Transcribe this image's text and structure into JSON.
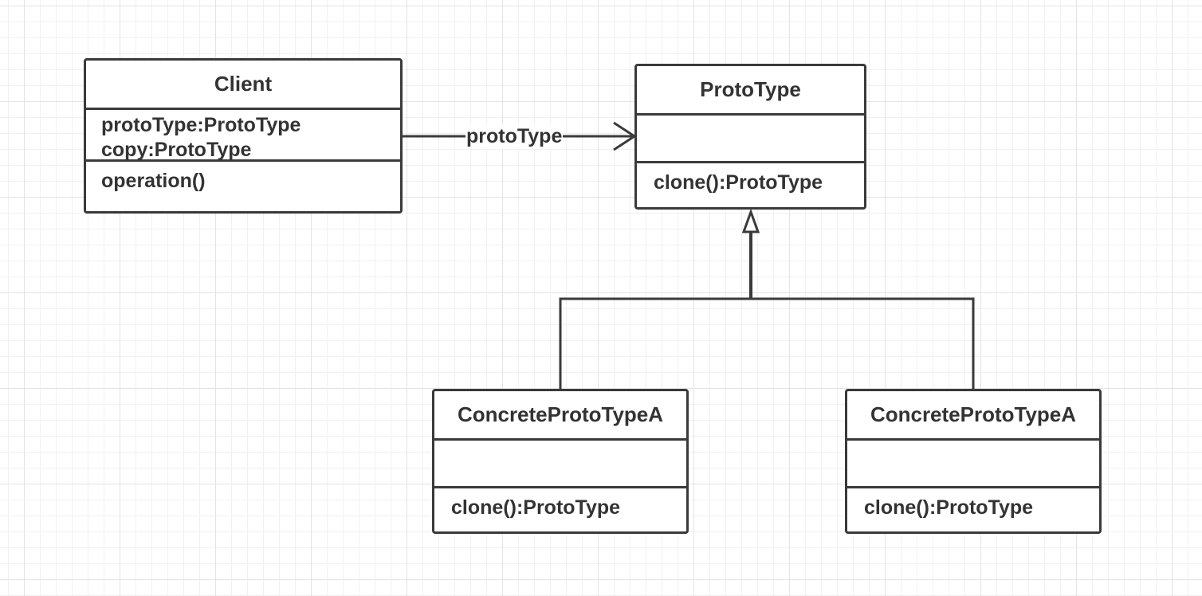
{
  "diagram": {
    "association_label": "protoType",
    "classes": {
      "client": {
        "name": "Client",
        "attributes": [
          "protoType:ProtoType",
          "copy:ProtoType"
        ],
        "operations": [
          "operation()"
        ]
      },
      "prototype": {
        "name": "ProtoType",
        "attributes": [],
        "operations": [
          "clone():ProtoType"
        ]
      },
      "concrete_a": {
        "name": "ConcreteProtoTypeA",
        "attributes": [],
        "operations": [
          "clone():ProtoType"
        ]
      },
      "concrete_b": {
        "name": "ConcreteProtoTypeA",
        "attributes": [],
        "operations": [
          "clone():ProtoType"
        ]
      }
    },
    "relations": [
      {
        "type": "association",
        "from": "Client",
        "to": "ProtoType",
        "label": "protoType"
      },
      {
        "type": "generalization",
        "from": "ConcreteProtoTypeA",
        "to": "ProtoType"
      },
      {
        "type": "generalization",
        "from": "ConcreteProtoTypeA",
        "to": "ProtoType"
      }
    ],
    "colors": {
      "stroke": "#3a3a3a",
      "text": "#333333",
      "grid_major": "#e4e4e4",
      "grid_minor": "#f1f1f1",
      "background": "#ffffff"
    }
  }
}
